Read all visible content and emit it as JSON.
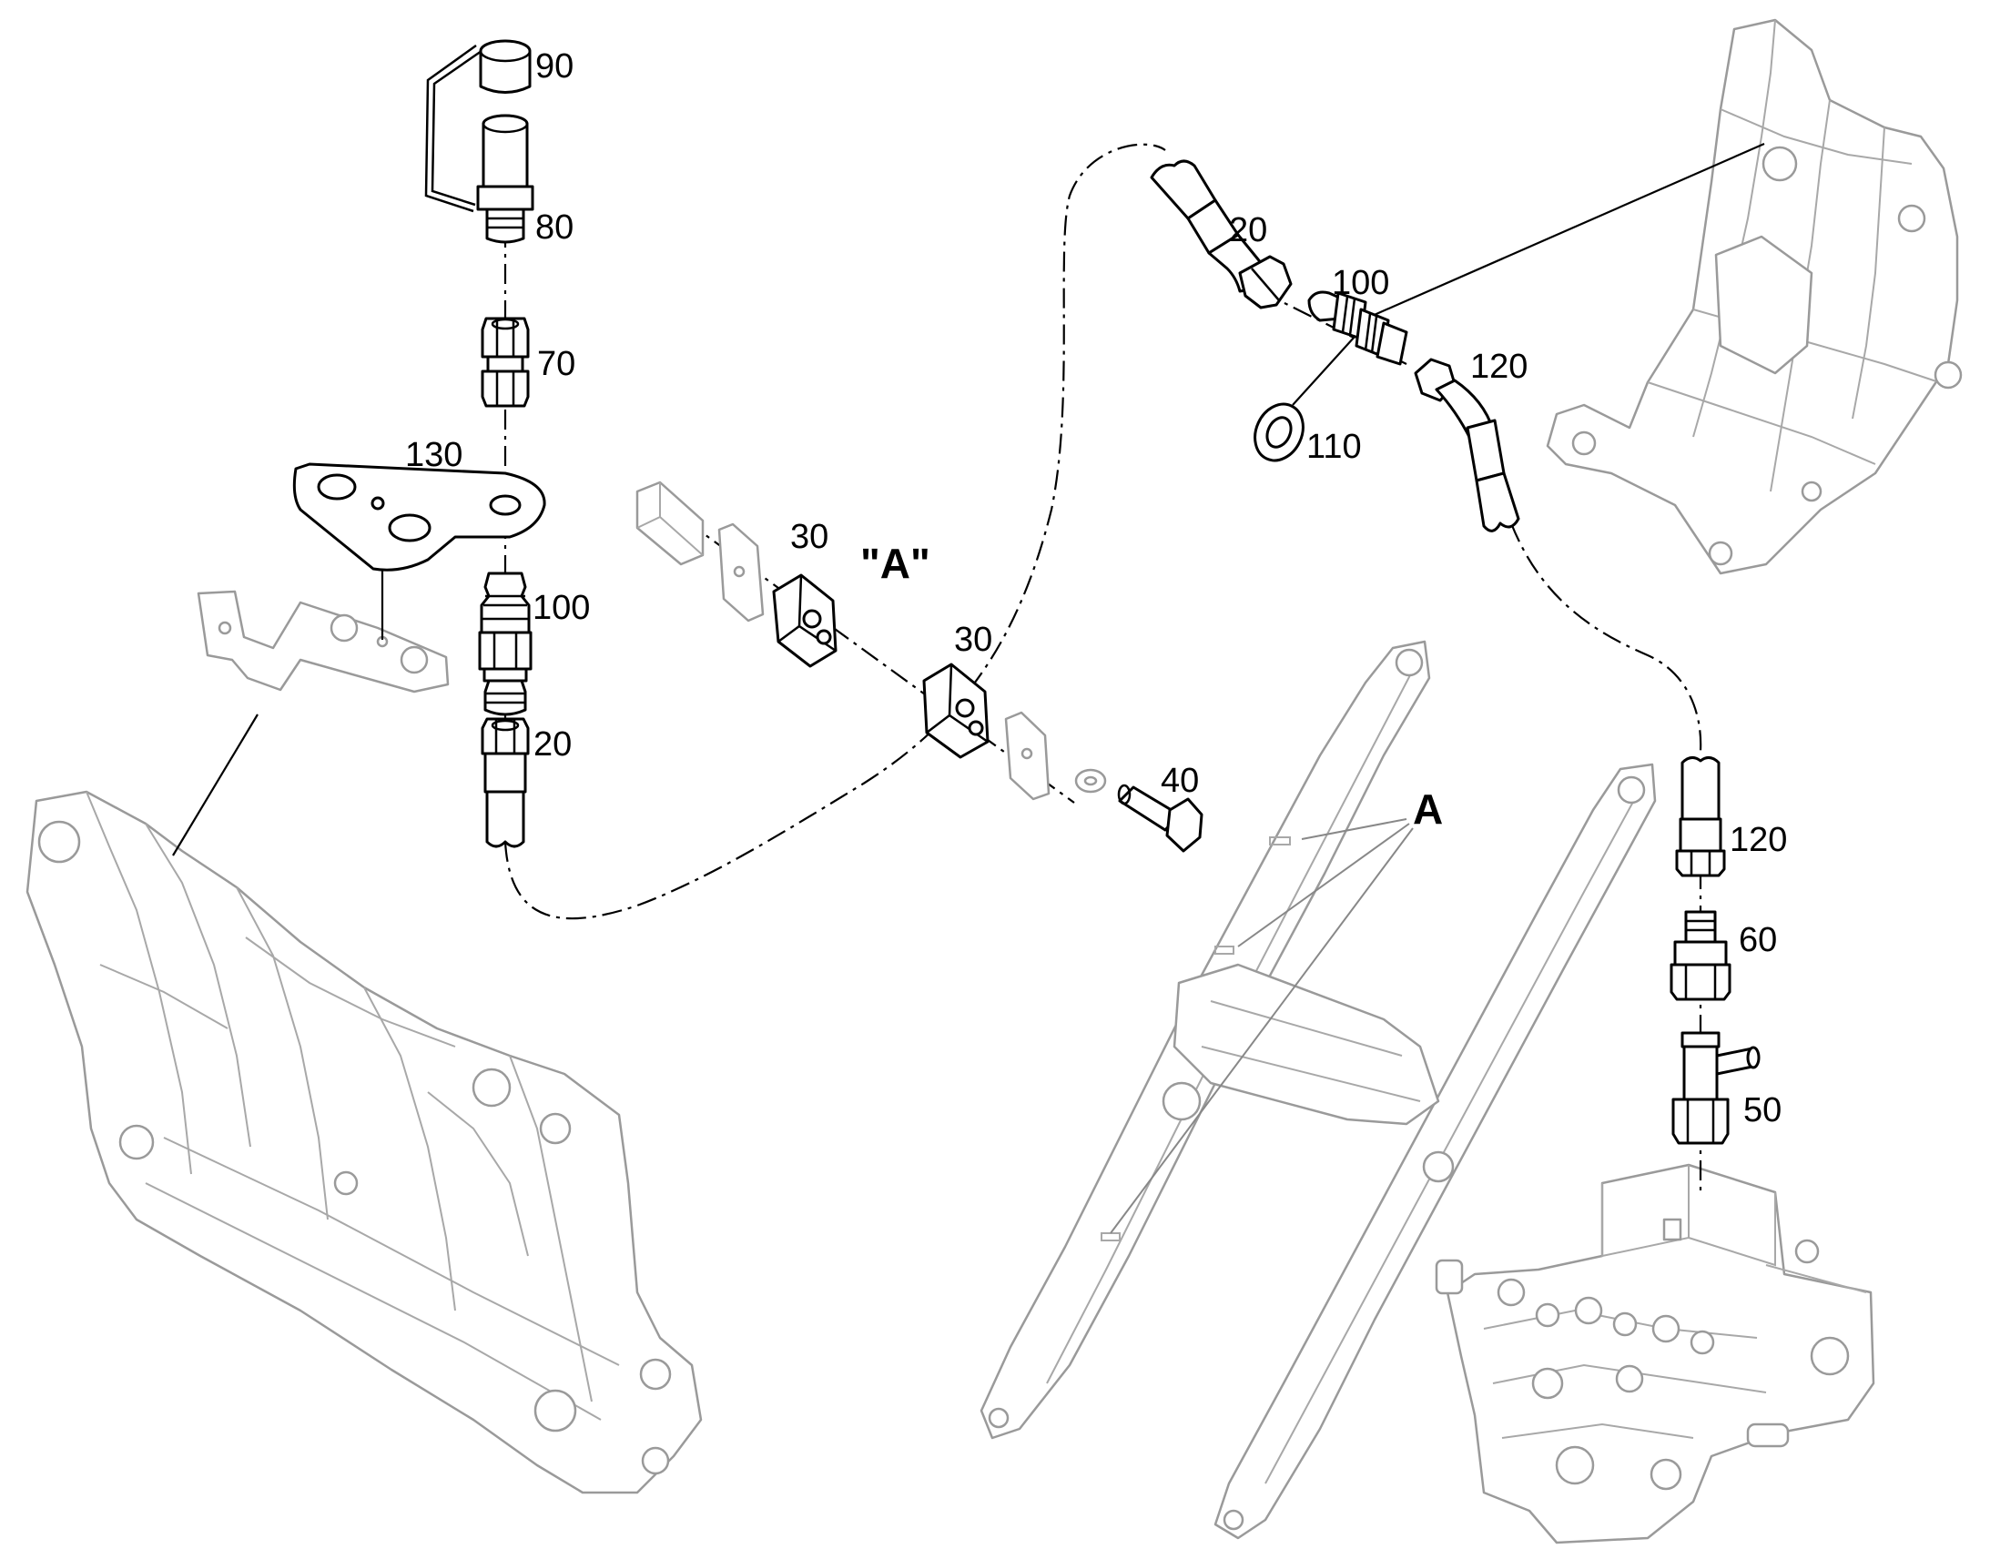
{
  "labels": {
    "p90": "90",
    "p80": "80",
    "p70": "70",
    "p130": "130",
    "p100_left": "100",
    "p20_left": "20",
    "p30_a": "30",
    "p30_b": "30",
    "detail_a": "\"A\"",
    "p40": "40",
    "p20_top": "20",
    "p100_top": "100",
    "p110": "110",
    "p120_top": "120",
    "p120_right": "120",
    "p60": "60",
    "p50": "50",
    "ref_a": "A"
  },
  "colors": {
    "line": "#000000",
    "ghost": "#9a9a9a",
    "background": "#ffffff"
  }
}
